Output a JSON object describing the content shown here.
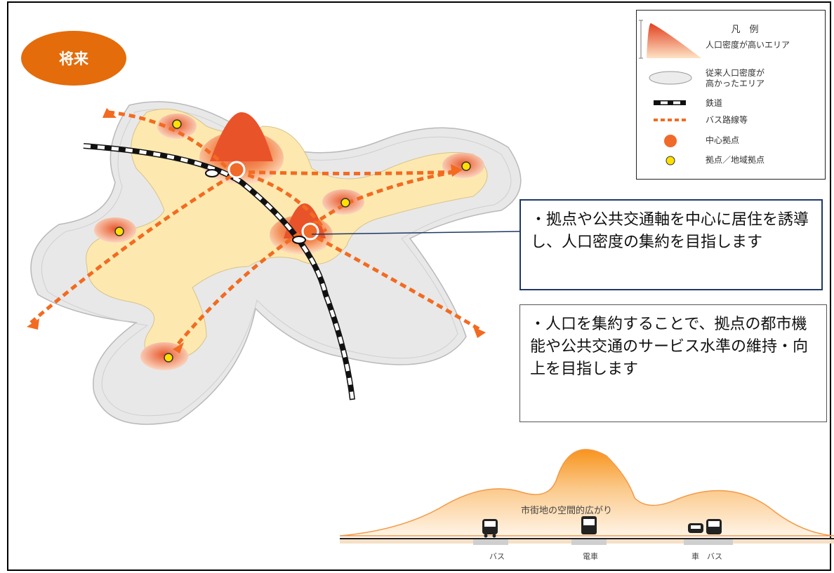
{
  "badge": {
    "label": "将来"
  },
  "legend": {
    "title": "凡　例",
    "items": [
      {
        "label": "人口密度が高いエリア",
        "icon": "density-gradient-icon"
      },
      {
        "label": "従来人口密度が\n高かったエリア",
        "icon": "former-area-icon"
      },
      {
        "label": "鉄道",
        "icon": "railway-icon"
      },
      {
        "label": "バス路線等",
        "icon": "bus-route-icon"
      },
      {
        "label": "中心拠点",
        "icon": "central-hub-icon"
      },
      {
        "label": "拠点／地域拠点",
        "icon": "local-hub-icon"
      }
    ]
  },
  "callouts": [
    {
      "text": "・拠点や公共交通軸を中心に居住を誘導し、人口密度の集約を目指します"
    },
    {
      "text": "・人口を集約することで、拠点の都市機能や公共交通のサービス水準の維持・向上を目指します"
    }
  ],
  "profile": {
    "caption": "市街地の空間的広がり",
    "stops": [
      {
        "label": "バス",
        "icon": "bus-icon"
      },
      {
        "label": "電車",
        "icon": "train-icon"
      },
      {
        "label": "車　バス",
        "icon": "car-bus-icon"
      }
    ]
  },
  "colors": {
    "badge": "#e46c0a",
    "hub_orange": "#f06a2a",
    "route_orange": "#f26b21",
    "urban_area": "#fdeab4",
    "former_area": "#e6e6e6",
    "local_hub": "#ffe000",
    "callout_border": "#1f3864"
  }
}
